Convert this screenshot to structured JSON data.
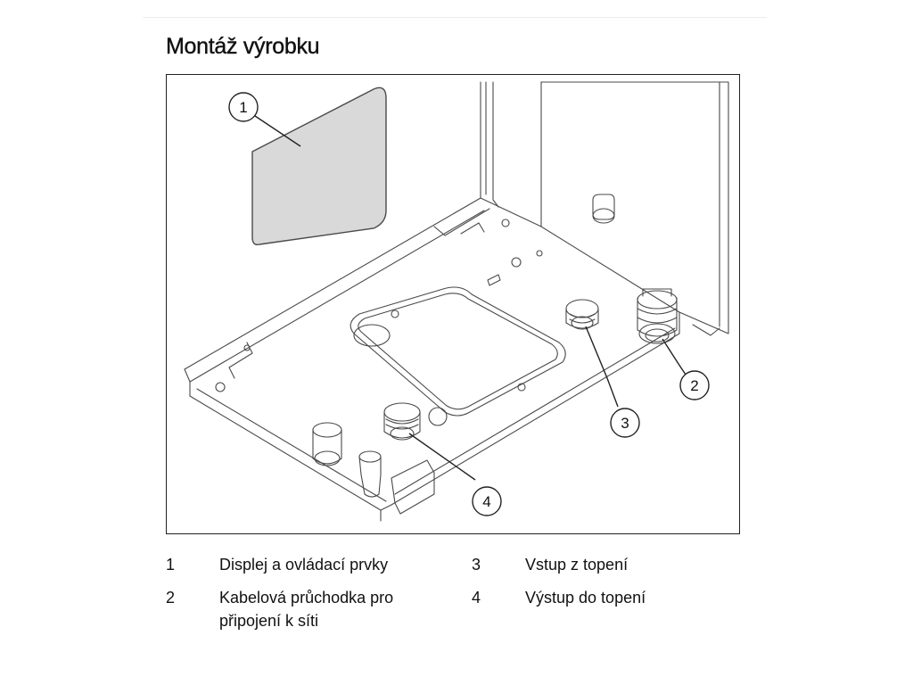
{
  "page": {
    "title": "Montáž výrobku"
  },
  "figure": {
    "callouts": [
      {
        "number": "1"
      },
      {
        "number": "2"
      },
      {
        "number": "3"
      },
      {
        "number": "4"
      }
    ],
    "colors": {
      "display_panel_fill": "#d9d9d9",
      "line_color": "#4a4a4a",
      "frame_color": "#222222"
    }
  },
  "legend": {
    "items": [
      {
        "number": "1",
        "text": "Displej a ovládací prvky"
      },
      {
        "number": "2",
        "text": "Kabelová průchodka pro připojení k síti"
      },
      {
        "number": "3",
        "text": "Vstup z topení"
      },
      {
        "number": "4",
        "text": "Výstup do topení"
      }
    ]
  }
}
